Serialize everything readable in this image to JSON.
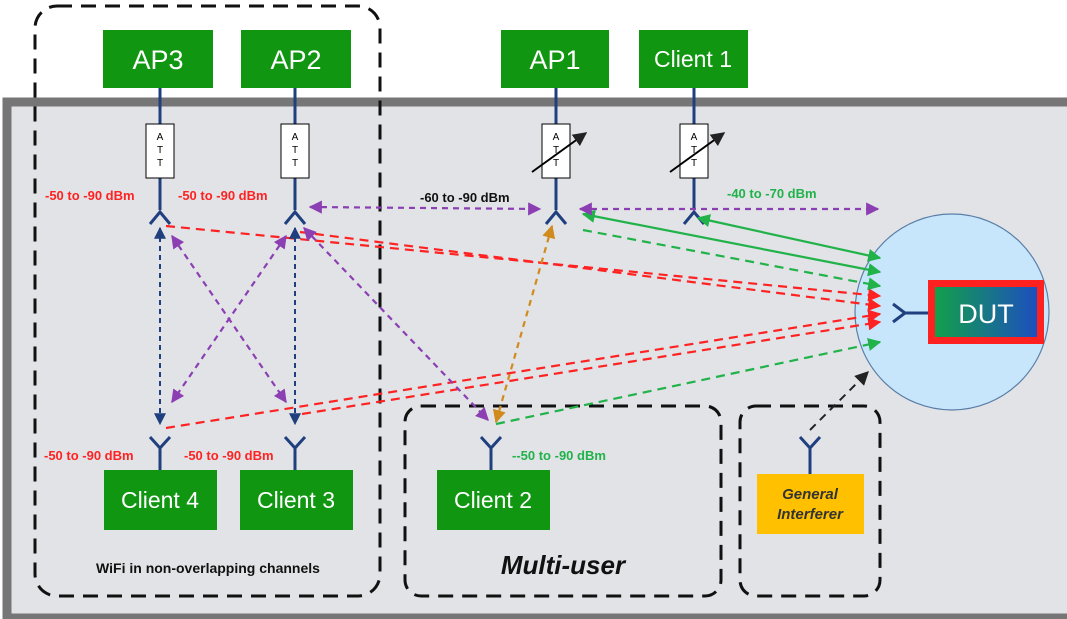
{
  "colors": {
    "chamber": "#e1e3e6",
    "chamber_border": "#767676",
    "node_green": "#119611",
    "antenna": "#1f3f7f",
    "red": "#ff2222",
    "green": "#21b24a",
    "purple": "#8b3fb3",
    "navy": "#1f3f7f",
    "orange": "#d18b1c",
    "interferer": "#ffc000",
    "dut_circle": "#c7e6fb"
  },
  "nodes": {
    "ap3": "AP3",
    "ap2": "AP2",
    "ap1": "AP1",
    "client1": "Client 1",
    "client4": "Client 4",
    "client3": "Client 3",
    "client2": "Client 2",
    "dut": "DUT",
    "interferer_line1": "General",
    "interferer_line2": "Interferer"
  },
  "attenuator": {
    "line1": "A",
    "line2": "T",
    "line3": "T"
  },
  "power_labels": {
    "ap3": "-50 to -90 dBm",
    "ap2": "-50 to -90 dBm",
    "ap1": "-60 to -90 dBm",
    "client1": "-40 to -70 dBm",
    "client4": "-50 to -90 dBm",
    "client3": "-50 to -90 dBm",
    "client2": "--50 to -90 dBm"
  },
  "groups": {
    "wifi_label": "WiFi in non-overlapping channels",
    "multiuser_label": "Multi-user"
  }
}
